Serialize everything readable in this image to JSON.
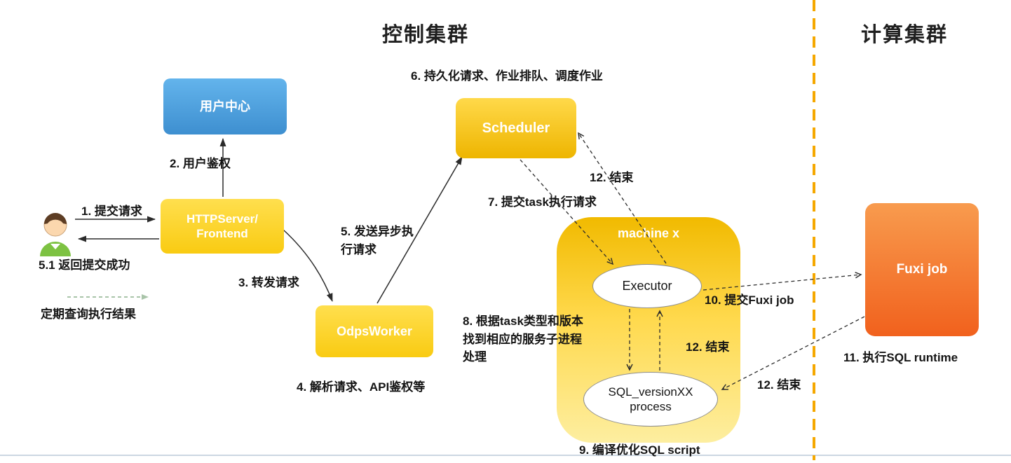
{
  "titles": {
    "control_cluster": "控制集群",
    "compute_cluster": "计算集群"
  },
  "nodes": {
    "user_center": {
      "label": "用户中心"
    },
    "http_server": {
      "label": "HTTPServer/\nFrontend"
    },
    "scheduler": {
      "label": "Scheduler"
    },
    "odps_worker": {
      "label": "OdpsWorker"
    },
    "machine_x": {
      "label": "machine x"
    },
    "executor": {
      "label": "Executor"
    },
    "sql_process": {
      "label": "SQL_versionXX\nprocess"
    },
    "fuxi_job": {
      "label": "Fuxi job"
    }
  },
  "steps": {
    "s1": "1. 提交请求",
    "s2": "2. 用户鉴权",
    "s3": "3. 转发请求",
    "s4": "4. 解析请求、API鉴权等",
    "s5": "5. 发送异步执\n行请求",
    "s5_1": "5.1 返回提交成功",
    "s6": "6. 持久化请求、作业排队、调度作业",
    "s7": "7. 提交task执行请求",
    "s8": "8. 根据task类型和版本\n找到相应的服务子进程\n处理",
    "s9": "9. 编译优化SQL script",
    "s10": "10. 提交Fuxi job",
    "s11": "11. 执行SQL runtime",
    "s12_to_scheduler": "12. 结束",
    "s12_to_executor": "12. 结束",
    "s12_to_sql_process": "12. 结束",
    "periodic_query": "定期查询执行结果"
  },
  "icons": {
    "person": "person-icon"
  },
  "colors": {
    "user_center_top": "#63b4ec",
    "user_center_bottom": "#3e8fd0",
    "yellow_top": "#ffdf4e",
    "yellow_bottom": "#f9cb12",
    "scheduler_bottom": "#eeb500",
    "machine_top": "#f1ba00",
    "machine_bottom": "#fdeea0",
    "fuxi_top": "#f89b4e",
    "fuxi_bottom": "#f1611d",
    "divider": "#f5a800",
    "arrow": "#2b2b2b",
    "periodic_arrow": "#a9c4a9",
    "bottom_line": "#ccd7e2"
  }
}
